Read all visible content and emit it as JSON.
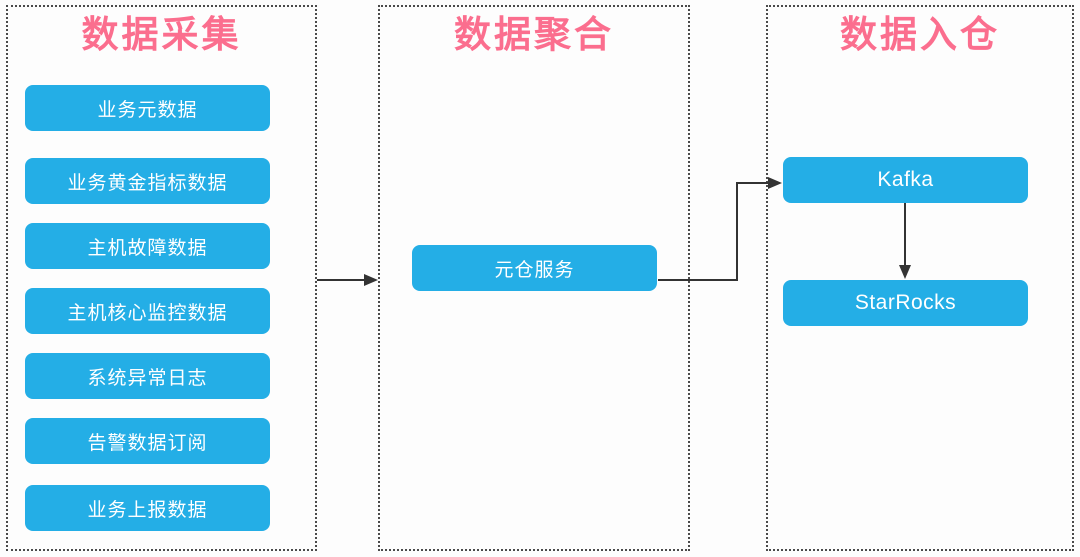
{
  "diagram": {
    "type": "flowchart",
    "columns": [
      {
        "title": "数据采集",
        "nodes": [
          "业务元数据",
          "业务黄金指标数据",
          "主机故障数据",
          "主机核心监控数据",
          "系统异常日志",
          "告警数据订阅",
          "业务上报数据"
        ]
      },
      {
        "title": "数据聚合",
        "nodes": [
          "元仓服务"
        ]
      },
      {
        "title": "数据入仓",
        "nodes": [
          "Kafka",
          "StarRocks"
        ]
      }
    ],
    "edges": [
      {
        "from": "数据采集",
        "to": "元仓服务"
      },
      {
        "from": "元仓服务",
        "to": "Kafka"
      },
      {
        "from": "Kafka",
        "to": "StarRocks"
      }
    ],
    "colors": {
      "node_fill": "#24AEE6",
      "node_text": "#ffffff",
      "title_color": "#FB6E8E",
      "border_color": "#4a4a4a",
      "arrow_color": "#333333",
      "background": "#fdfdfd"
    }
  }
}
